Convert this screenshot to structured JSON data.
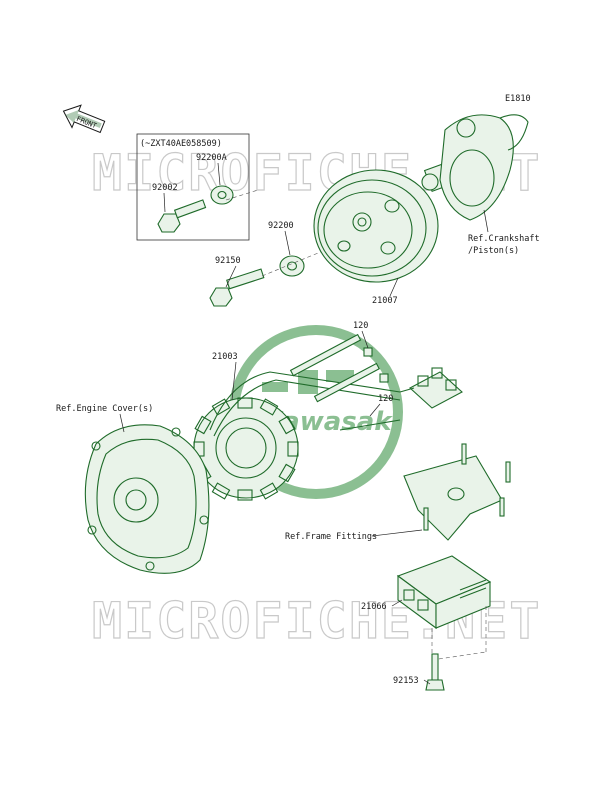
{
  "diagram_id": "E1810",
  "front_badge": "FRONT",
  "watermark": "MICROFICHE.NET",
  "logo_text": "Kawasaki",
  "variant_note": "(~ZXT40AE058509)",
  "labels": {
    "p92200A": "92200A",
    "p92002": "92002",
    "p92200": "92200",
    "p92150": "92150",
    "p21007": "21007",
    "p21003": "21003",
    "p120a": "120",
    "p120b": "120",
    "p21066": "21066",
    "p92153": "92153",
    "ref_crankshaft_1": "Ref.Crankshaft",
    "ref_crankshaft_2": "/Piston(s)",
    "ref_engine_cover": "Ref.Engine Cover(s)",
    "ref_frame_fittings": "Ref.Frame Fittings"
  },
  "colors": {
    "part_line": "#1f6b2a",
    "logo": "#2e8b3a",
    "watermark": "#c9c9c9"
  }
}
